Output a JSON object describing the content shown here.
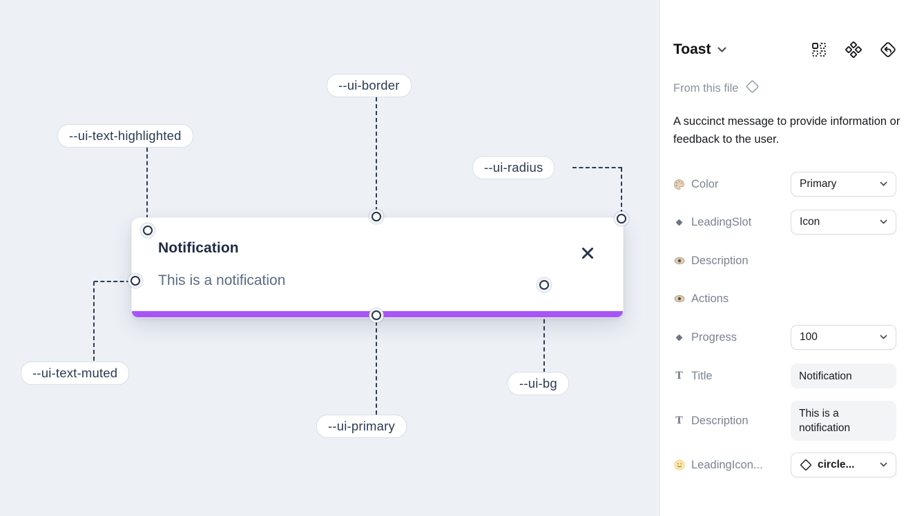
{
  "canvas": {
    "toast": {
      "title": "Notification",
      "description": "This is a notification",
      "close_icon": "x-icon"
    },
    "annotations": [
      {
        "label": "--ui-border"
      },
      {
        "label": "--ui-text-highlighted"
      },
      {
        "label": "--ui-radius"
      },
      {
        "label": "--ui-text-muted"
      },
      {
        "label": "--ui-primary"
      },
      {
        "label": "--ui-bg"
      }
    ]
  },
  "panel": {
    "title": "Toast",
    "source": "From this file",
    "description": "A succinct message to provide information or feedback to the user.",
    "header_icons": [
      "instance-grid-icon",
      "component-set-icon",
      "instance-swap-icon"
    ],
    "rows": [
      {
        "icon": "palette-icon",
        "label": "Color",
        "control": "dropdown",
        "value": "Primary"
      },
      {
        "icon": "diamond-icon",
        "label": "LeadingSlot",
        "control": "dropdown",
        "value": "Icon"
      },
      {
        "icon": "eye-icon",
        "label": "Description",
        "control": "toggle",
        "value": true
      },
      {
        "icon": "eye-icon",
        "label": "Actions",
        "control": "toggle",
        "value": true
      },
      {
        "icon": "diamond-icon",
        "label": "Progress",
        "control": "dropdown",
        "value": "100"
      },
      {
        "icon": "text-icon",
        "label": "Title",
        "control": "textfield",
        "value": "Notification"
      },
      {
        "icon": "text-icon",
        "label": "Description",
        "control": "textfield",
        "value": "This is a notification"
      },
      {
        "icon": "smiley-icon",
        "label": "LeadingIcon...",
        "control": "icon-dropdown",
        "value": "circle..."
      }
    ]
  },
  "colors": {
    "canvas_bg": "#edf1f6",
    "primary_purple": "#a855f7",
    "toggle_blue": "#1e9bf5",
    "ink_navy": "#24334a",
    "muted_text": "#5b6b85",
    "label_gray": "#7a8391"
  }
}
